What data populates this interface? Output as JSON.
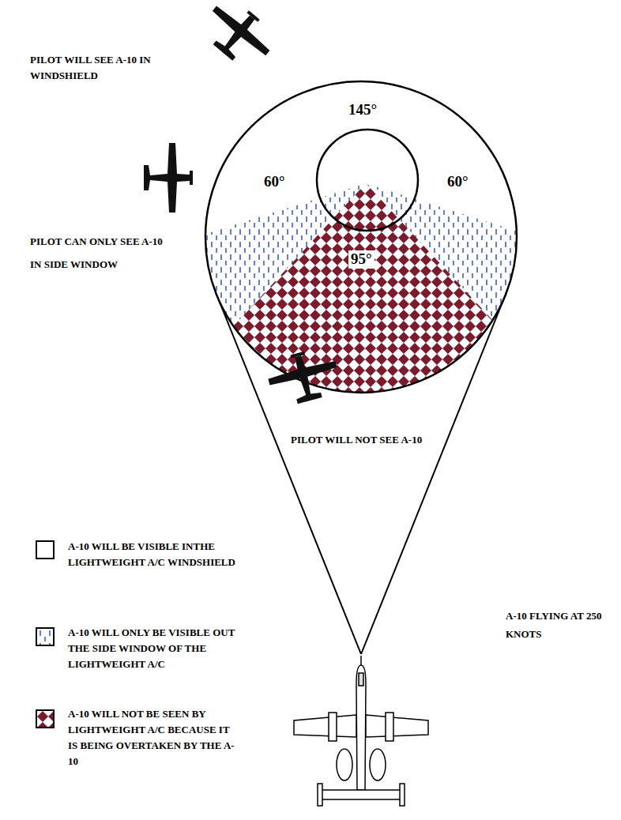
{
  "diagram": {
    "labels": [
      "PILOT WILL SEE A-10 IN WINDSHIELD",
      "145°",
      "60°",
      "60°",
      "PILOT CAN ONLY SEE A-10 IN SIDE WINDOW",
      "95°",
      "PILOT WILL NOT SEE A-10",
      "A-10 FLYING AT 250 KNOTS"
    ],
    "legend": [
      {
        "text": "A-10 WILL BE VISIBLE INTHE LIGHTWEIGHT A/C WINDSHIELD",
        "color": "#ffffff"
      },
      {
        "text": "A-10 WILL ONLY BE VISIBLE OUT THE SIDE WINDOW OF THE LIGHTWEIGHT A/C"
      },
      {
        "text": "A-10 WILL NOT BE SEEN BY LIGHTWEIGHT A/C BECAUSE IT IS BEING OVERTAKEN BY THE A-10"
      }
    ]
  }
}
